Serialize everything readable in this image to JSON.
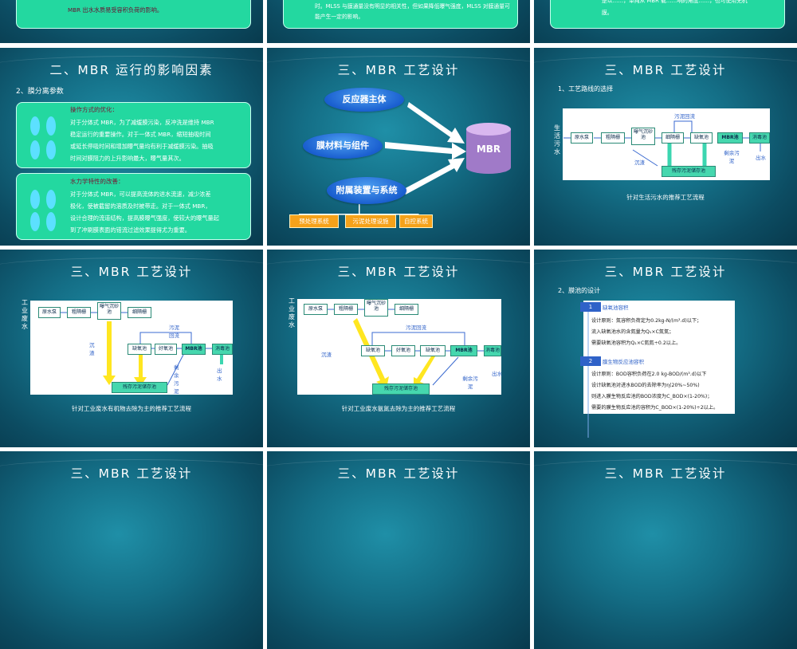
{
  "slides": {
    "s1": {
      "text": "MBR 出水水质易受容积负荷的影响。"
    },
    "s2": {
      "text": "时。MLSS 与膜通量没有明显的相关性，但如果降低曝气强度，MLSS 对膜通量可能产生一定的影响。"
    },
    "s3": {
      "text1": "是以……，单纯从 MBR 载……响的角度……，也可使用无机",
      "text2": "膜。"
    },
    "s4": {
      "title": "二、MBR 运行的影响因素",
      "subtitle": "2、膜分离参数",
      "box1": {
        "head": "操作方式的优化：",
        "lines": [
          "对于分体式 MBR，为了减缓膜污染，反冲洗是维持 MBR",
          "稳定运行的重要操作。对于一体式 MBR，缩短抽吸时间",
          "或延长停吸时间和增加曝气量均有利于减缓膜污染。抽吸",
          "时间对膜阻力的上升影响最大，曝气量其次。"
        ]
      },
      "box2": {
        "head": "水力学特性的改善：",
        "lines": [
          "对于分体式 MBR，可以提高流体的进水流速，减少浓差",
          "极化，使被截留的溶质及时被带走。对于一体式 MBR，",
          "设计合理的流道结构，提高膜曝气强度，使较大的曝气量起",
          "到了冲刷膜表面的错流过滤效果提得尤为重要。"
        ]
      }
    },
    "s5": {
      "title": "三、MBR 工艺设计",
      "bubbles": [
        "反应器主体",
        "膜材料与组件",
        "附属装置与系统"
      ],
      "cylinder": "MBR",
      "buttons": [
        "预处理系统",
        "污泥处理设施",
        "自控系统"
      ]
    },
    "s6": {
      "title": "三、MBR 工艺设计",
      "subtitle": "1、工艺路线的选择",
      "side": [
        "生",
        "活",
        "污",
        "水"
      ],
      "nodes": [
        "原水泵",
        "粗隔栅",
        "曝气沉砂池",
        "细隔栅",
        "缺氧池",
        "MBR池",
        "消毒池",
        "残存污泥储存池"
      ],
      "labels": {
        "return": "污泥回流",
        "slag": "沉渣",
        "excess": "剩余污泥",
        "out": "出水"
      },
      "caption": "针对生活污水的推荐工艺流程"
    },
    "s7": {
      "title": "三、MBR 工艺设计",
      "side": [
        "工",
        "业",
        "废",
        "水"
      ],
      "nodes": [
        "原水泵",
        "粗隔栅",
        "曝气沉砂池",
        "细隔栅",
        "缺氧池",
        "好氧池",
        "MBR池",
        "消毒池",
        "残存污泥储存池"
      ],
      "labels": {
        "return": "污泥回流",
        "slag": "沉渣",
        "excess": "剩余污泥",
        "out": "出水"
      },
      "caption": "针对工业废水有机物去除为主的推荐工艺流程"
    },
    "s8": {
      "title": "三、MBR 工艺设计",
      "side": [
        "工",
        "业",
        "废",
        "水"
      ],
      "nodes": [
        "原水泵",
        "粗隔栅",
        "曝气沉砂池",
        "细隔栅",
        "缺氧池",
        "好氧池",
        "缺氧池",
        "MBR池",
        "消毒池",
        "残存污泥储存池"
      ],
      "labels": {
        "return": "污泥回流",
        "slag": "沉渣",
        "excess": "剩余污泥",
        "out": "出水"
      },
      "caption": "针对工业废水氨氮去除为主的推荐工艺流程"
    },
    "s9": {
      "title": "三、MBR 工艺设计",
      "subtitle": "2、膜池的设计",
      "sec1": {
        "num": "1",
        "head": "缺氧池容积",
        "lines": [
          "设计原则：氮容积负荷定为0.2kg-N/(m³.d)以下；",
          "流入缺氧池水的含氮量为Q₁×C氮氮；",
          "需要缺氧池容积为Q₁×C氮氮÷0.2以上。"
        ]
      },
      "sec2": {
        "num": "2",
        "head": "膜生物反应池容积",
        "lines": [
          "设计原则：BOD容积负荷在2.0 kg-BOD/(m³.d)以下",
          "设计缺氧池对进水BOD的去除率为η(20%~50%)",
          "则进入膜生物反应池的BOD浓度为C_BOD×(1-20%)；",
          "需要的膜生物反应池的容积为C_BOD×(1-20%)÷2以上。"
        ]
      }
    },
    "s10": {
      "title": "三、MBR 工艺设计"
    },
    "s11": {
      "title": "三、MBR 工艺设计"
    },
    "s12": {
      "title": "三、MBR 工艺设计"
    }
  }
}
